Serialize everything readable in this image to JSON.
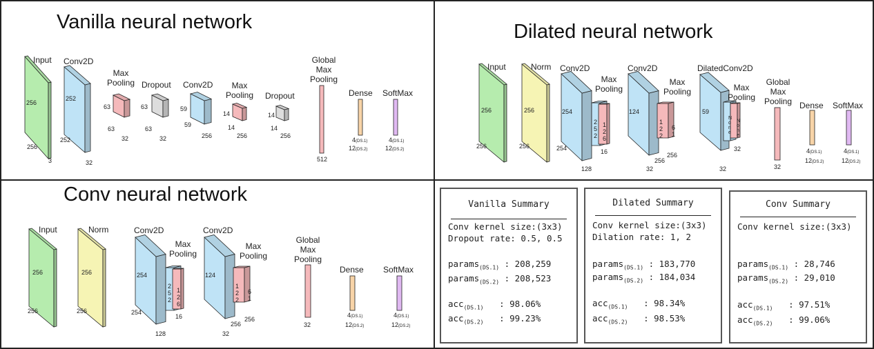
{
  "panels": {
    "vanilla": {
      "title": "Vanilla neural network",
      "layers": {
        "input": {
          "label": "Input",
          "d1": "256",
          "d2": "256",
          "d3": "3"
        },
        "conv1": {
          "label": "Conv2D",
          "d1": "252",
          "d2": "252",
          "d3": "32"
        },
        "pool1": {
          "label": "Max\nPooling",
          "d1": "63",
          "d2": "63",
          "d3": "32"
        },
        "drop1": {
          "label": "Dropout",
          "d1": "63",
          "d2": "63",
          "d3": "32"
        },
        "conv2": {
          "label": "Conv2D",
          "d1": "59",
          "d2": "59",
          "d3": "256"
        },
        "pool2": {
          "label": "Max\nPooling",
          "d1": "14",
          "d2": "14",
          "d3": "256"
        },
        "drop2": {
          "label": "Dropout",
          "d1": "14",
          "d2": "14",
          "d3": "256"
        },
        "gmp": {
          "label": "Global\nMax\nPooling",
          "d1": "512"
        },
        "dense": {
          "label": "Dense",
          "v1": "4",
          "s1": "(DS.1)",
          "v2": "12",
          "s2": "(DS.2)"
        },
        "softmax": {
          "label": "SoftMax",
          "v1": "4",
          "s1": "(DS.1)",
          "v2": "12",
          "s2": "(DS.2)"
        }
      }
    },
    "dilated": {
      "title": "Dilated neural network",
      "layers": {
        "input": {
          "label": "Input",
          "d1": "256",
          "d2": "256"
        },
        "norm": {
          "label": "Norm",
          "d1": "256",
          "d2": "256"
        },
        "conv1": {
          "label": "Conv2D",
          "d1": "254",
          "d2": "254",
          "d3": "128"
        },
        "pool1": {
          "label": "Max\nPooling",
          "d1": "252",
          "d2": "126",
          "d3": "16"
        },
        "conv2": {
          "label": "Conv2D",
          "d1": "124",
          "d2": "32",
          "d3": "256"
        },
        "pool2": {
          "label": "Max\nPooling",
          "d1": "122",
          "d2": "61",
          "d3": "256"
        },
        "dconv": {
          "label": "DilatedConv2D",
          "d1": "59",
          "d2": "32",
          "d3": "32"
        },
        "pool3": {
          "label": "Max\nPooling",
          "d1": "None",
          "d2": "None"
        },
        "gmp": {
          "label": "Global\nMax\nPooling",
          "d1": "32"
        },
        "dense": {
          "label": "Dense",
          "v1": "4",
          "s1": "(DS.1)",
          "v2": "12",
          "s2": "(DS.2)"
        },
        "softmax": {
          "label": "SoftMax",
          "v1": "4",
          "s1": "(DS.1)",
          "v2": "12",
          "s2": "(DS.2)"
        }
      }
    },
    "conv": {
      "title": "Conv neural network",
      "layers": {
        "input": {
          "label": "Input",
          "d1": "256",
          "d2": "256"
        },
        "norm": {
          "label": "Norm",
          "d1": "256",
          "d2": "256"
        },
        "conv1": {
          "label": "Conv2D",
          "d1": "254",
          "d2": "254",
          "d3": "128"
        },
        "pool1": {
          "label": "Max\nPooling",
          "d1": "252",
          "d2": "126",
          "d3": "16"
        },
        "conv2": {
          "label": "Conv2D",
          "d1": "124",
          "d2": "32",
          "d3": "256"
        },
        "pool2": {
          "label": "Max\nPooling",
          "d1": "122",
          "d2": "61",
          "d3": "256"
        },
        "gmp": {
          "label": "Global\nMax\nPooling",
          "d1": "32"
        },
        "dense": {
          "label": "Dense",
          "v1": "4",
          "s1": "(DS.1)",
          "v2": "12",
          "s2": "(DS.2)"
        },
        "softmax": {
          "label": "SoftMax",
          "v1": "4",
          "s1": "(DS.1)",
          "v2": "12",
          "s2": "(DS.2)"
        }
      }
    }
  },
  "summaries": {
    "vanilla": {
      "title": "Vanilla Summary",
      "kernel": "Conv kernel size:(3x3)",
      "extra": "Dropout rate: 0.5, 0.5",
      "params1": "208,259",
      "params2": "208,523",
      "acc1": "98.06%",
      "acc2": "99.23%"
    },
    "dilated": {
      "title": "Dilated Summary",
      "kernel": "Conv kernel size:(3x3)",
      "extra": "Dilation rate: 1, 2",
      "params1": "183,770",
      "params2": "184,034",
      "acc1": "98.34%",
      "acc2": "98.53%"
    },
    "conv": {
      "title": "Conv Summary",
      "kernel": "Conv kernel size:(3x3)",
      "params1": "28,746",
      "params2": "29,010",
      "acc1": "97.51%",
      "acc2": "99.06%"
    },
    "params_word": "params",
    "acc_word": "acc",
    "ds1": "(DS.1)",
    "ds2": "(DS.2)",
    "sep": ":"
  },
  "colors": {
    "input": "#b6ecae",
    "norm": "#f6f4b4",
    "conv": "#bfe3f6",
    "pool": "#f5b9bb",
    "dropout": "#dddddd",
    "dense": "#f8d4a8",
    "softmax": "#e0b9f2"
  }
}
